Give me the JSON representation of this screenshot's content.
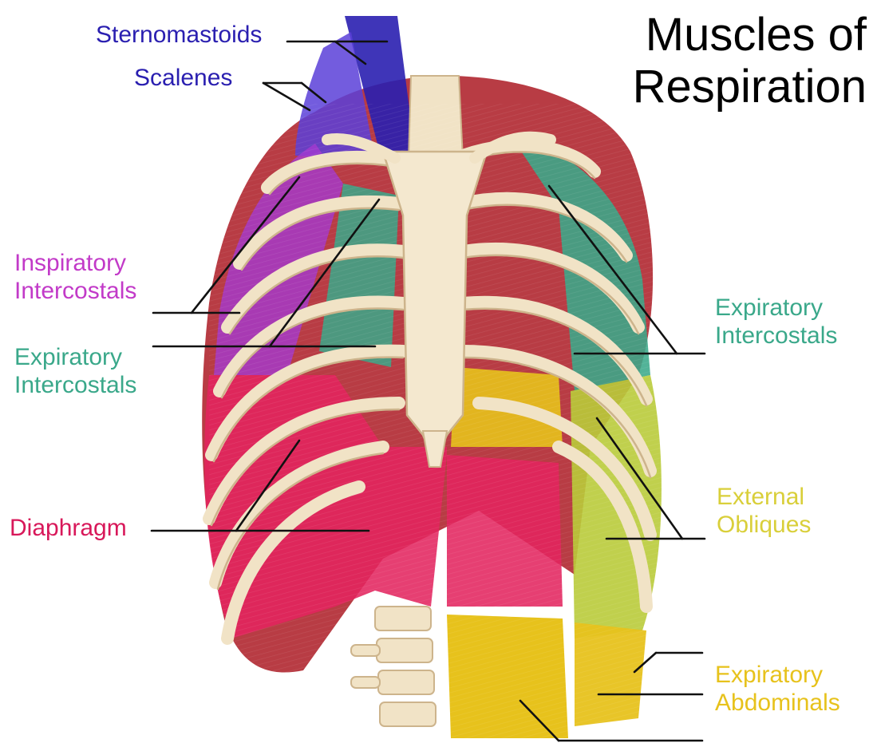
{
  "title": {
    "line1": "Muscles of",
    "line2": "Respiration"
  },
  "labels": {
    "sternomastoids": "Sternomastoids",
    "scalenes": "Scalenes",
    "inspiratory_intercostals": {
      "line1": "Inspiratory",
      "line2": "Intercostals"
    },
    "expiratory_intercostals_left": {
      "line1": "Expiratory",
      "line2": "Intercostals"
    },
    "diaphragm": "Diaphragm",
    "expiratory_intercostals_right": {
      "line1": "Expiratory",
      "line2": "Intercostals"
    },
    "external_obliques": {
      "line1": "External",
      "line2": "Obliques"
    },
    "expiratory_abdominals": {
      "line1": "Expiratory",
      "line2": "Abdominals"
    }
  },
  "colors": {
    "sternomastoids": "#2a1fb0",
    "scalenes": "#2a1fb0",
    "inspiratory": "#c23ac8",
    "expiratory_intercostals": "#3aa88a",
    "diaphragm": "#d8185a",
    "external_obliques": "#d9cf3a",
    "expiratory_abdominals": "#e7c21c",
    "leader_line": "#111111",
    "bone": "#f1e3c6",
    "bone_shadow": "#cdb48c",
    "inner_muscle": "#b4323a"
  }
}
